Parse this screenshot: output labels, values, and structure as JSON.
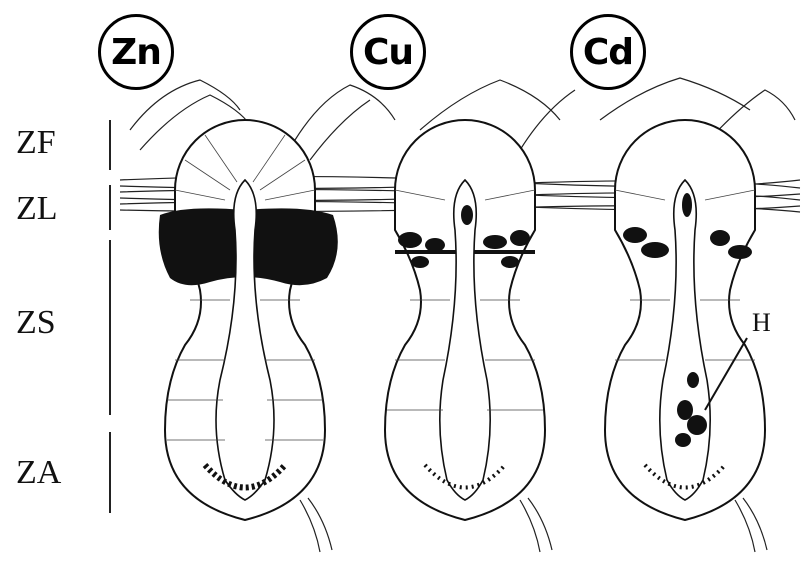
{
  "zone_labels": {
    "zf": "ZF",
    "zl": "ZL",
    "zs": "ZS",
    "za": "ZA"
  },
  "metals": {
    "zn": "Zn",
    "cu": "Cu",
    "cd": "Cd"
  },
  "annotation": {
    "h": "H"
  },
  "colors": {
    "ink": "#111111",
    "background": "#ffffff"
  }
}
